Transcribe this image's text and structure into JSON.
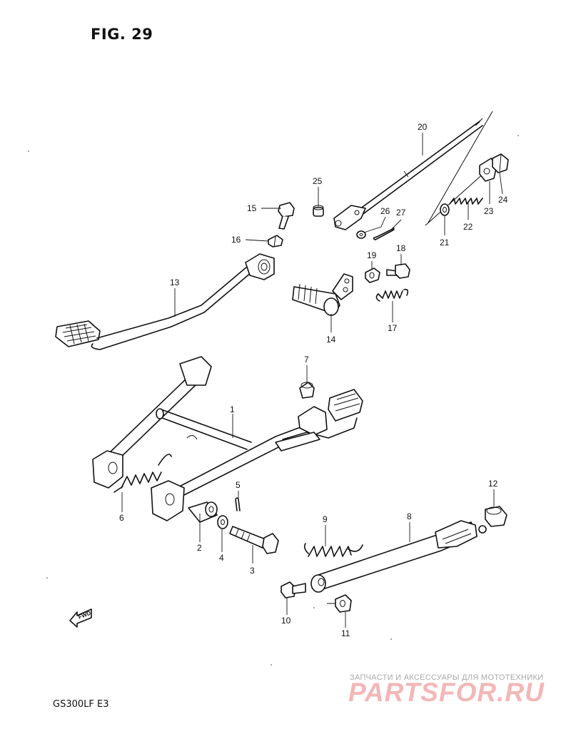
{
  "figure": {
    "title": "FIG. 29"
  },
  "footer": {
    "model_code": "GS300LF  E3"
  },
  "watermark": {
    "tagline": "ЗАПЧАСТИ И АКСЕССУАРЫ ДЛЯ МОТОТЕХНИКИ",
    "logo": "PARTSFOR.RU"
  },
  "fwd_label": "FWD",
  "callouts": [
    {
      "n": "1"
    },
    {
      "n": "2"
    },
    {
      "n": "3"
    },
    {
      "n": "4"
    },
    {
      "n": "5"
    },
    {
      "n": "6"
    },
    {
      "n": "7"
    },
    {
      "n": "8"
    },
    {
      "n": "9"
    },
    {
      "n": "10"
    },
    {
      "n": "11"
    },
    {
      "n": "12"
    },
    {
      "n": "13"
    },
    {
      "n": "14"
    },
    {
      "n": "15"
    },
    {
      "n": "16"
    },
    {
      "n": "17"
    },
    {
      "n": "18"
    },
    {
      "n": "19"
    },
    {
      "n": "20"
    },
    {
      "n": "21"
    },
    {
      "n": "22"
    },
    {
      "n": "23"
    },
    {
      "n": "24"
    },
    {
      "n": "25"
    },
    {
      "n": "26"
    },
    {
      "n": "27"
    }
  ]
}
